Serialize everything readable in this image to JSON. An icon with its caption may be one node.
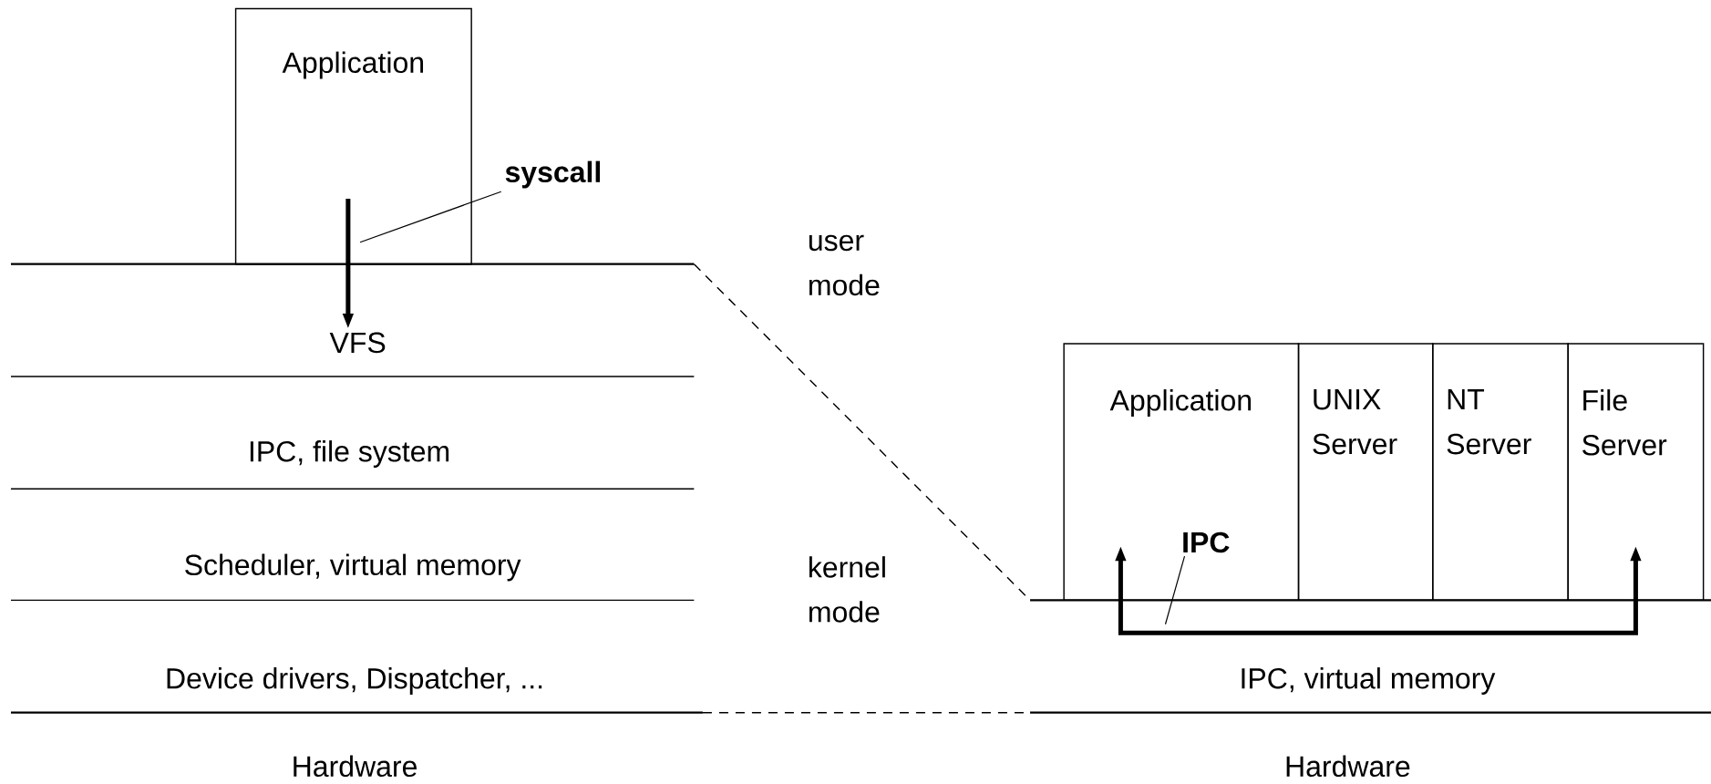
{
  "diagram": {
    "nodes": [
      {
        "text": [
          "Application"
        ]
      },
      {
        "text": [
          "VFS"
        ]
      },
      {
        "text": [
          "IPC, file system"
        ]
      },
      {
        "text": [
          "Scheduler, virtual memory"
        ]
      },
      {
        "text": [
          "Device drivers, Dispatcher, ..."
        ]
      },
      {
        "text": [
          "Hardware"
        ]
      },
      {
        "text": [
          "Application"
        ]
      },
      {
        "text": [
          "UNIX Server"
        ]
      },
      {
        "text": [
          "NT Server"
        ]
      },
      {
        "text": [
          "File Server"
        ]
      },
      {
        "text": [
          "IPC, virtual memory"
        ]
      },
      {
        "text": [
          "Hardware"
        ]
      },
      {
        "text": [
          "syscall"
        ]
      },
      {
        "text": [
          "IPC"
        ],
        "in": 6
      }
    ],
    "edges": [
      {
        "from": 0,
        "to": 1,
        "arrow": "to",
        "style": "thick"
      },
      {
        "from": 6,
        "to": 9,
        "arrow": "both",
        "style": "thick"
      },
      {
        "from": 12,
        "to": 0,
        "arrow": "none"
      },
      {
        "from": 13,
        "to": null,
        "arrow": "none"
      }
    ],
    "labels": [
      "user mode",
      "kernel mode"
    ]
  }
}
